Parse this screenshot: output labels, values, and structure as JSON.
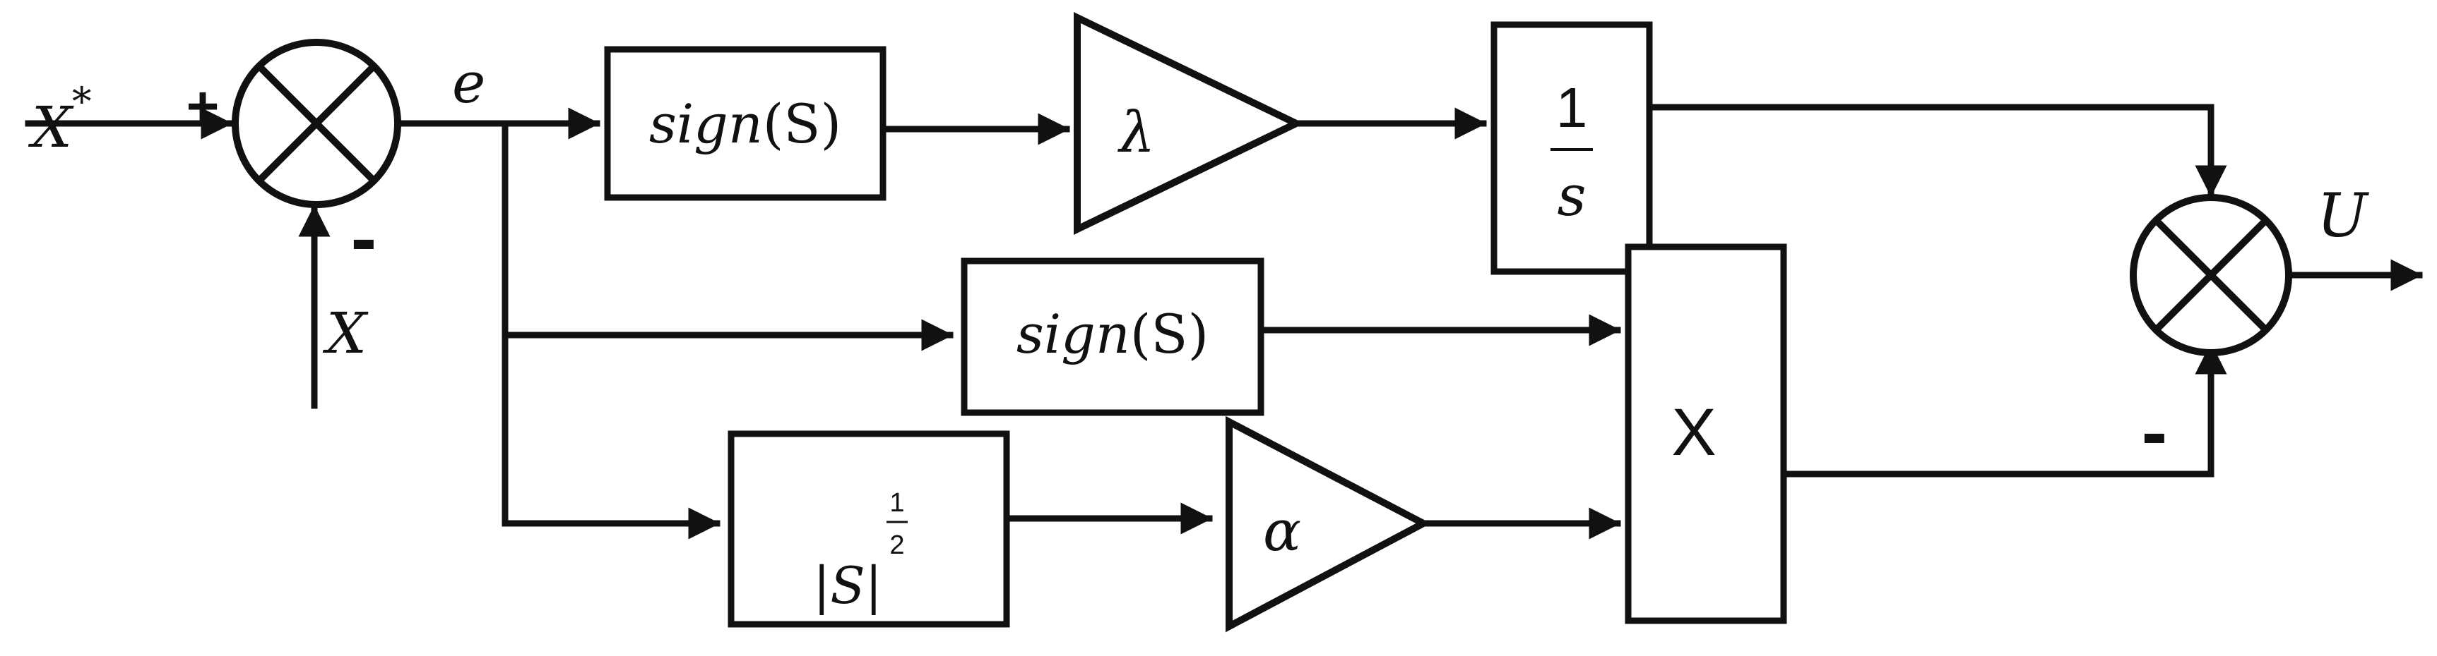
{
  "colors": {
    "ink": "#111111",
    "background": "#ffffff"
  },
  "inputs": {
    "reference": "X",
    "reference_superscript": "*",
    "feedback": "X"
  },
  "signals": {
    "error": "e",
    "output": "U"
  },
  "summing_junction_1": {
    "plus_sign": "+",
    "minus_sign": "-"
  },
  "summing_junction_2": {
    "minus_sign": "-"
  },
  "blocks": {
    "sign_upper": {
      "fn": "sign",
      "arg": "(S)"
    },
    "gain_lambda": {
      "symbol": "λ"
    },
    "integrator": {
      "numerator": "1",
      "denominator": "s"
    },
    "sign_middle": {
      "fn": "sign",
      "arg": "(S)"
    },
    "abs_power": {
      "text": "|S|",
      "exp_num": "1",
      "exp_den": "2"
    },
    "gain_alpha": {
      "symbol": "α"
    },
    "multiplier": {
      "symbol": "X"
    }
  }
}
